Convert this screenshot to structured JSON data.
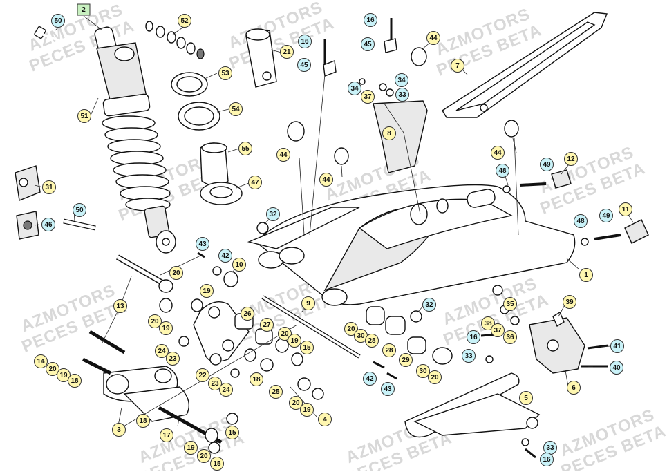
{
  "watermarks": [
    {
      "line1": "AZMOTORS",
      "line2": "PECES BETA"
    }
  ],
  "colors": {
    "callout_yellow": "#fff7b0",
    "callout_cyan": "#c9f2f8",
    "callout_green": "#c8f0c0",
    "callout_border": "#333333",
    "watermark": "#d8d8d8"
  },
  "callouts": [
    {
      "id": "c2",
      "label": "2",
      "color": "green"
    },
    {
      "id": "c50a",
      "label": "50",
      "color": "cyan"
    },
    {
      "id": "c52",
      "label": "52",
      "color": "yellow"
    },
    {
      "id": "c16a",
      "label": "16",
      "color": "cyan"
    },
    {
      "id": "c21",
      "label": "21",
      "color": "yellow"
    },
    {
      "id": "c45a",
      "label": "45",
      "color": "cyan"
    },
    {
      "id": "c53",
      "label": "53",
      "color": "yellow"
    },
    {
      "id": "c54",
      "label": "54",
      "color": "yellow"
    },
    {
      "id": "c55",
      "label": "55",
      "color": "yellow"
    },
    {
      "id": "c47",
      "label": "47",
      "color": "yellow"
    },
    {
      "id": "c51",
      "label": "51",
      "color": "yellow"
    },
    {
      "id": "c31",
      "label": "31",
      "color": "yellow"
    },
    {
      "id": "c46",
      "label": "46",
      "color": "cyan"
    },
    {
      "id": "c50b",
      "label": "50",
      "color": "cyan"
    },
    {
      "id": "c16b",
      "label": "16",
      "color": "cyan"
    },
    {
      "id": "c45b",
      "label": "45",
      "color": "cyan"
    },
    {
      "id": "c44a",
      "label": "44",
      "color": "yellow"
    },
    {
      "id": "c7",
      "label": "7",
      "color": "yellow"
    },
    {
      "id": "c34a",
      "label": "34",
      "color": "cyan"
    },
    {
      "id": "c34b",
      "label": "34",
      "color": "cyan"
    },
    {
      "id": "c37a",
      "label": "37",
      "color": "yellow"
    },
    {
      "id": "c33a",
      "label": "33",
      "color": "cyan"
    },
    {
      "id": "c8",
      "label": "8",
      "color": "yellow"
    },
    {
      "id": "c44b",
      "label": "44",
      "color": "yellow"
    },
    {
      "id": "c44c",
      "label": "44",
      "color": "yellow"
    },
    {
      "id": "c44d",
      "label": "44",
      "color": "yellow"
    },
    {
      "id": "c48a",
      "label": "48",
      "color": "cyan"
    },
    {
      "id": "c49a",
      "label": "49",
      "color": "cyan"
    },
    {
      "id": "c12",
      "label": "12",
      "color": "yellow"
    },
    {
      "id": "c32a",
      "label": "32",
      "color": "cyan"
    },
    {
      "id": "c48b",
      "label": "48",
      "color": "cyan"
    },
    {
      "id": "c49b",
      "label": "49",
      "color": "cyan"
    },
    {
      "id": "c11",
      "label": "11",
      "color": "yellow"
    },
    {
      "id": "c43a",
      "label": "43",
      "color": "cyan"
    },
    {
      "id": "c42a",
      "label": "42",
      "color": "cyan"
    },
    {
      "id": "c10",
      "label": "10",
      "color": "yellow"
    },
    {
      "id": "c1",
      "label": "1",
      "color": "yellow"
    },
    {
      "id": "c20a",
      "label": "20",
      "color": "yellow"
    },
    {
      "id": "c19a",
      "label": "19",
      "color": "yellow"
    },
    {
      "id": "c13",
      "label": "13",
      "color": "yellow"
    },
    {
      "id": "c9",
      "label": "9",
      "color": "yellow"
    },
    {
      "id": "c32b",
      "label": "32",
      "color": "cyan"
    },
    {
      "id": "c35",
      "label": "35",
      "color": "yellow"
    },
    {
      "id": "c39",
      "label": "39",
      "color": "yellow"
    },
    {
      "id": "c26",
      "label": "26",
      "color": "yellow"
    },
    {
      "id": "c27",
      "label": "27",
      "color": "yellow"
    },
    {
      "id": "c20b",
      "label": "20",
      "color": "yellow"
    },
    {
      "id": "c19b",
      "label": "19",
      "color": "yellow"
    },
    {
      "id": "c20c",
      "label": "20",
      "color": "yellow"
    },
    {
      "id": "c19c",
      "label": "19",
      "color": "yellow"
    },
    {
      "id": "c15a",
      "label": "15",
      "color": "yellow"
    },
    {
      "id": "c20d",
      "label": "20",
      "color": "yellow"
    },
    {
      "id": "c30a",
      "label": "30",
      "color": "yellow"
    },
    {
      "id": "c28a",
      "label": "28",
      "color": "yellow"
    },
    {
      "id": "c38",
      "label": "38",
      "color": "yellow"
    },
    {
      "id": "c37b",
      "label": "37",
      "color": "yellow"
    },
    {
      "id": "c36",
      "label": "36",
      "color": "yellow"
    },
    {
      "id": "c16c",
      "label": "16",
      "color": "cyan"
    },
    {
      "id": "c28b",
      "label": "28",
      "color": "yellow"
    },
    {
      "id": "c41",
      "label": "41",
      "color": "cyan"
    },
    {
      "id": "c24a",
      "label": "24",
      "color": "yellow"
    },
    {
      "id": "c23a",
      "label": "23",
      "color": "yellow"
    },
    {
      "id": "c29",
      "label": "29",
      "color": "yellow"
    },
    {
      "id": "c30b",
      "label": "30",
      "color": "yellow"
    },
    {
      "id": "c20e",
      "label": "20",
      "color": "yellow"
    },
    {
      "id": "c33b",
      "label": "33",
      "color": "cyan"
    },
    {
      "id": "c40",
      "label": "40",
      "color": "cyan"
    },
    {
      "id": "c14",
      "label": "14",
      "color": "yellow"
    },
    {
      "id": "c20f",
      "label": "20",
      "color": "yellow"
    },
    {
      "id": "c19d",
      "label": "19",
      "color": "yellow"
    },
    {
      "id": "c18a",
      "label": "18",
      "color": "yellow"
    },
    {
      "id": "c22",
      "label": "22",
      "color": "yellow"
    },
    {
      "id": "c23b",
      "label": "23",
      "color": "yellow"
    },
    {
      "id": "c24b",
      "label": "24",
      "color": "yellow"
    },
    {
      "id": "c18b",
      "label": "18",
      "color": "yellow"
    },
    {
      "id": "c25",
      "label": "25",
      "color": "yellow"
    },
    {
      "id": "c42b",
      "label": "42",
      "color": "cyan"
    },
    {
      "id": "c43b",
      "label": "43",
      "color": "cyan"
    },
    {
      "id": "c6",
      "label": "6",
      "color": "yellow"
    },
    {
      "id": "c20g",
      "label": "20",
      "color": "yellow"
    },
    {
      "id": "c19e",
      "label": "19",
      "color": "yellow"
    },
    {
      "id": "c4",
      "label": "4",
      "color": "yellow"
    },
    {
      "id": "c5",
      "label": "5",
      "color": "yellow"
    },
    {
      "id": "c3",
      "label": "3",
      "color": "yellow"
    },
    {
      "id": "c18c",
      "label": "18",
      "color": "yellow"
    },
    {
      "id": "c17",
      "label": "17",
      "color": "yellow"
    },
    {
      "id": "c15b",
      "label": "15",
      "color": "yellow"
    },
    {
      "id": "c19f",
      "label": "19",
      "color": "yellow"
    },
    {
      "id": "c20h",
      "label": "20",
      "color": "yellow"
    },
    {
      "id": "c15c",
      "label": "15",
      "color": "yellow"
    },
    {
      "id": "c33c",
      "label": "33",
      "color": "cyan"
    },
    {
      "id": "c16d",
      "label": "16",
      "color": "cyan"
    }
  ]
}
